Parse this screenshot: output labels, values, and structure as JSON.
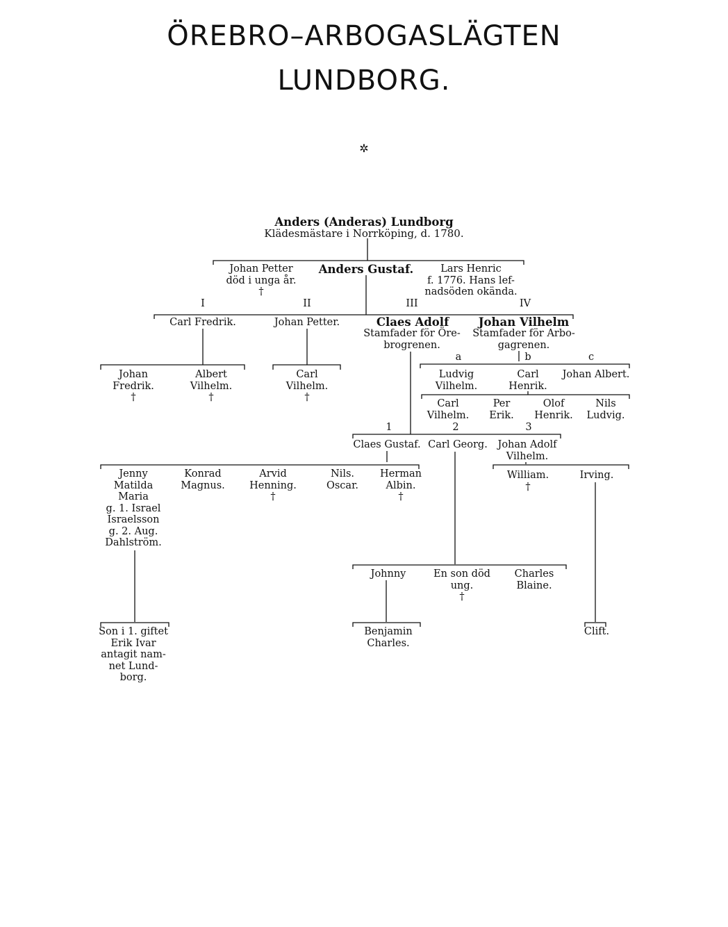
{
  "title": {
    "line1": "ÖREBRO–ARBOGASLÄGTEN",
    "line2": "LUNDBORG.",
    "ornament": "✲"
  },
  "tree": {
    "root_name": "Anders (Anderas) Lundborg",
    "root_desc": "Klädesmästare i Norrköping, d. 1780.",
    "gen1": {
      "johan_petter": "Johan Petter\ndöd i unga år.\n†",
      "anders_gustaf": "Anders Gustaf.",
      "lars_henric": "Lars Henric\nf. 1776. Hans lef-\nnadsöden okända."
    },
    "roman": [
      "I",
      "II",
      "III",
      "IV"
    ],
    "gen2": {
      "carl_fredrik": "Carl Fredrik.",
      "johan_petter2": "Johan Petter.",
      "claes_adolf": "Claes Adolf",
      "claes_adolf_desc": "Stamfader för Öre-\nbrogrenen.",
      "johan_vilhelm": "Johan Vilhelm",
      "johan_vilhelm_desc": "Stamfader för Arbo-\ngagrenen."
    },
    "letters": [
      "a",
      "b",
      "c"
    ],
    "gen3_left": {
      "johan_fredrik": "Johan\nFredrik.\n†",
      "albert_vilhelm": "Albert\nVilhelm.\n†",
      "carl_vilhelm": "Carl\nVilhelm.\n†"
    },
    "gen3_arboga": {
      "ludvig_vilhelm": "Ludvig\nVilhelm.",
      "carl_henrik": "Carl\nHenrik.",
      "johan_albert": "Johan Albert."
    },
    "gen4_arboga": {
      "carl_vilhelm2": "Carl\nVilhelm.",
      "per_erik": "Per\nErik.",
      "olof_henrik": "Olof\nHenrik.",
      "nils_ludvig": "Nils\nLudvig."
    },
    "numbers": [
      "1",
      "2",
      "3"
    ],
    "gen3_orebro": {
      "claes_gustaf": "Claes Gustaf.",
      "carl_georg": "Carl Georg.",
      "johan_adolf": "Johan Adolf\nVilhelm."
    },
    "gen4_claes": {
      "jenny": "Jenny\nMatilda\nMaria\ng. 1. Israel\nIsraelsson\ng. 2. Aug.\nDahlström.",
      "konrad": "Konrad\nMagnus.",
      "arvid": "Arvid\nHenning.\n†",
      "nils_oscar": "Nils.\nOscar.",
      "herman": "Herman\nAlbin.\n†"
    },
    "gen4_johan_adolf": {
      "william": "William.\n†",
      "irving": "Irving."
    },
    "gen5_carl_georg": {
      "johnny": "Johnny",
      "en_son": "En son död\nung.\n†",
      "charles": "Charles\nBlaine."
    },
    "gen6": {
      "son_erik": "Son i 1. giftet\nErik Ivar\nantagit nam-\nnet Lund-\nborg.",
      "benjamin": "Benjamin\nCharles.",
      "clift": "Clift."
    }
  }
}
